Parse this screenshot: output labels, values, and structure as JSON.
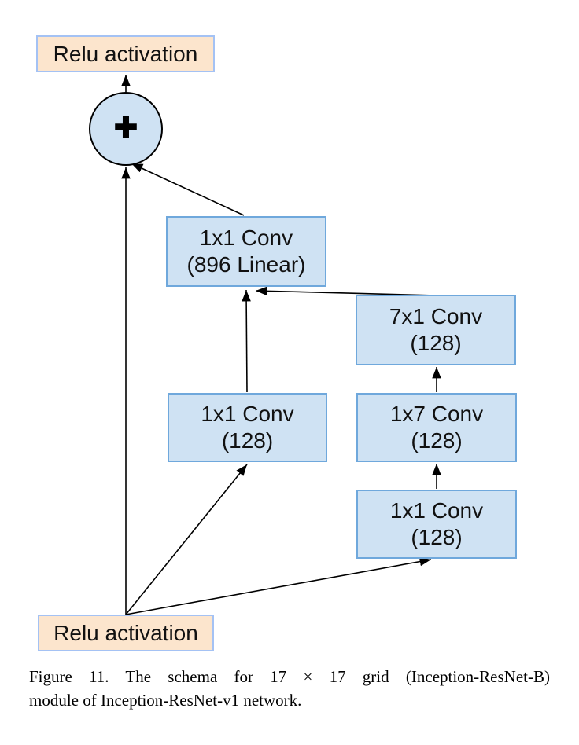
{
  "figure": {
    "caption_line1": "Figure 11. The schema for 17 × 17 grid (Inception-ResNet-B)",
    "caption_line2": "module of Inception-ResNet-v1 network."
  },
  "diagram": {
    "nodes": {
      "relu_top": {
        "label": "Relu activation"
      },
      "sum": {
        "symbol": "+"
      },
      "conv_896": {
        "line1": "1x1 Conv",
        "line2": "(896 Linear)"
      },
      "conv_7x1": {
        "line1": "7x1 Conv",
        "line2": "(128)"
      },
      "conv_1x1_left": {
        "line1": "1x1 Conv",
        "line2": "(128)"
      },
      "conv_1x7": {
        "line1": "1x7 Conv",
        "line2": "(128)"
      },
      "conv_1x1_right": {
        "line1": "1x1 Conv",
        "line2": "(128)"
      },
      "relu_bottom": {
        "label": "Relu activation"
      }
    },
    "colors": {
      "relu_fill": "#fce5cd",
      "relu_border": "#a4c2f4",
      "conv_fill": "#cfe2f3",
      "conv_border": "#6fa8dc",
      "sum_fill": "#cfe2f3",
      "sum_border": "#000000",
      "arrow": "#000000",
      "text": "#111111",
      "background": "#ffffff"
    }
  }
}
